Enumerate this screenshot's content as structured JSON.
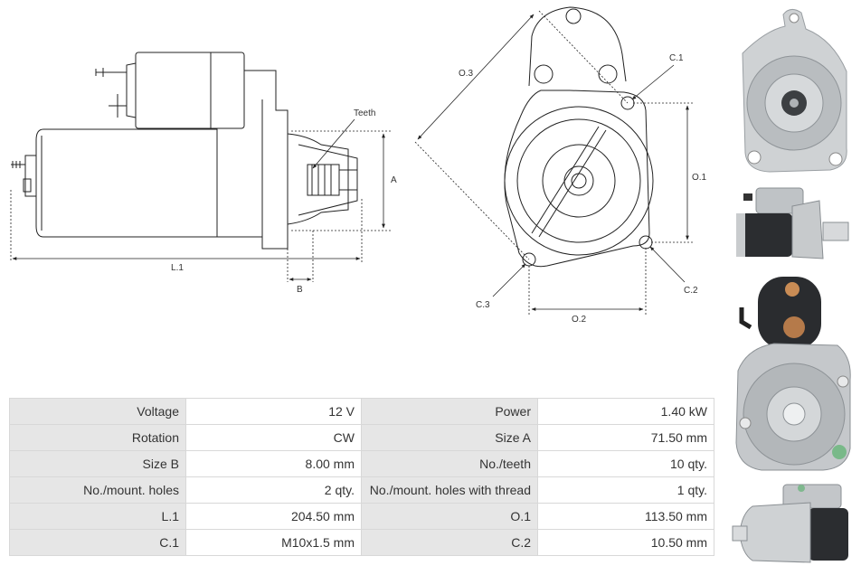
{
  "drawing": {
    "labels": {
      "teeth": "Teeth",
      "a": "A",
      "l1": "L.1",
      "b": "B",
      "o3": "O.3",
      "c1": "C.1",
      "o1": "O.1",
      "c2": "C.2",
      "c3": "C.3",
      "o2": "O.2"
    }
  },
  "specs": [
    [
      {
        "label": "Voltage",
        "value": "12 V"
      },
      {
        "label": "Power",
        "value": "1.40 kW"
      }
    ],
    [
      {
        "label": "Rotation",
        "value": "CW"
      },
      {
        "label": "Size A",
        "value": "71.50 mm"
      }
    ],
    [
      {
        "label": "Size B",
        "value": "8.00 mm"
      },
      {
        "label": "No./teeth",
        "value": "10 qty."
      }
    ],
    [
      {
        "label": "No./mount. holes",
        "value": "2 qty."
      },
      {
        "label": "No./mount. holes with thread",
        "value": "1 qty."
      }
    ],
    [
      {
        "label": "L.1",
        "value": "204.50 mm"
      },
      {
        "label": "O.1",
        "value": "113.50 mm"
      }
    ],
    [
      {
        "label": "C.1",
        "value": "M10x1.5 mm"
      },
      {
        "label": "C.2",
        "value": "10.50 mm"
      }
    ]
  ]
}
